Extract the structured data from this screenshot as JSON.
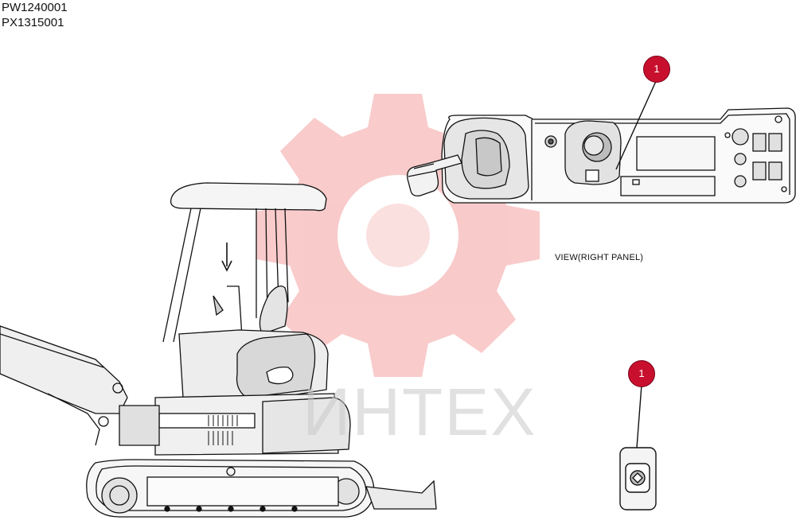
{
  "codes": [
    "PW1240001",
    "PX1315001"
  ],
  "view_label": "VIEW(RIGHT PANEL)",
  "watermark": "ИНТЕХ",
  "callouts": [
    {
      "label": "1"
    },
    {
      "label": "1"
    }
  ],
  "colors": {
    "callout": "#c8102e",
    "watermark_gear": "#f4a0a0",
    "line": "#111111"
  }
}
